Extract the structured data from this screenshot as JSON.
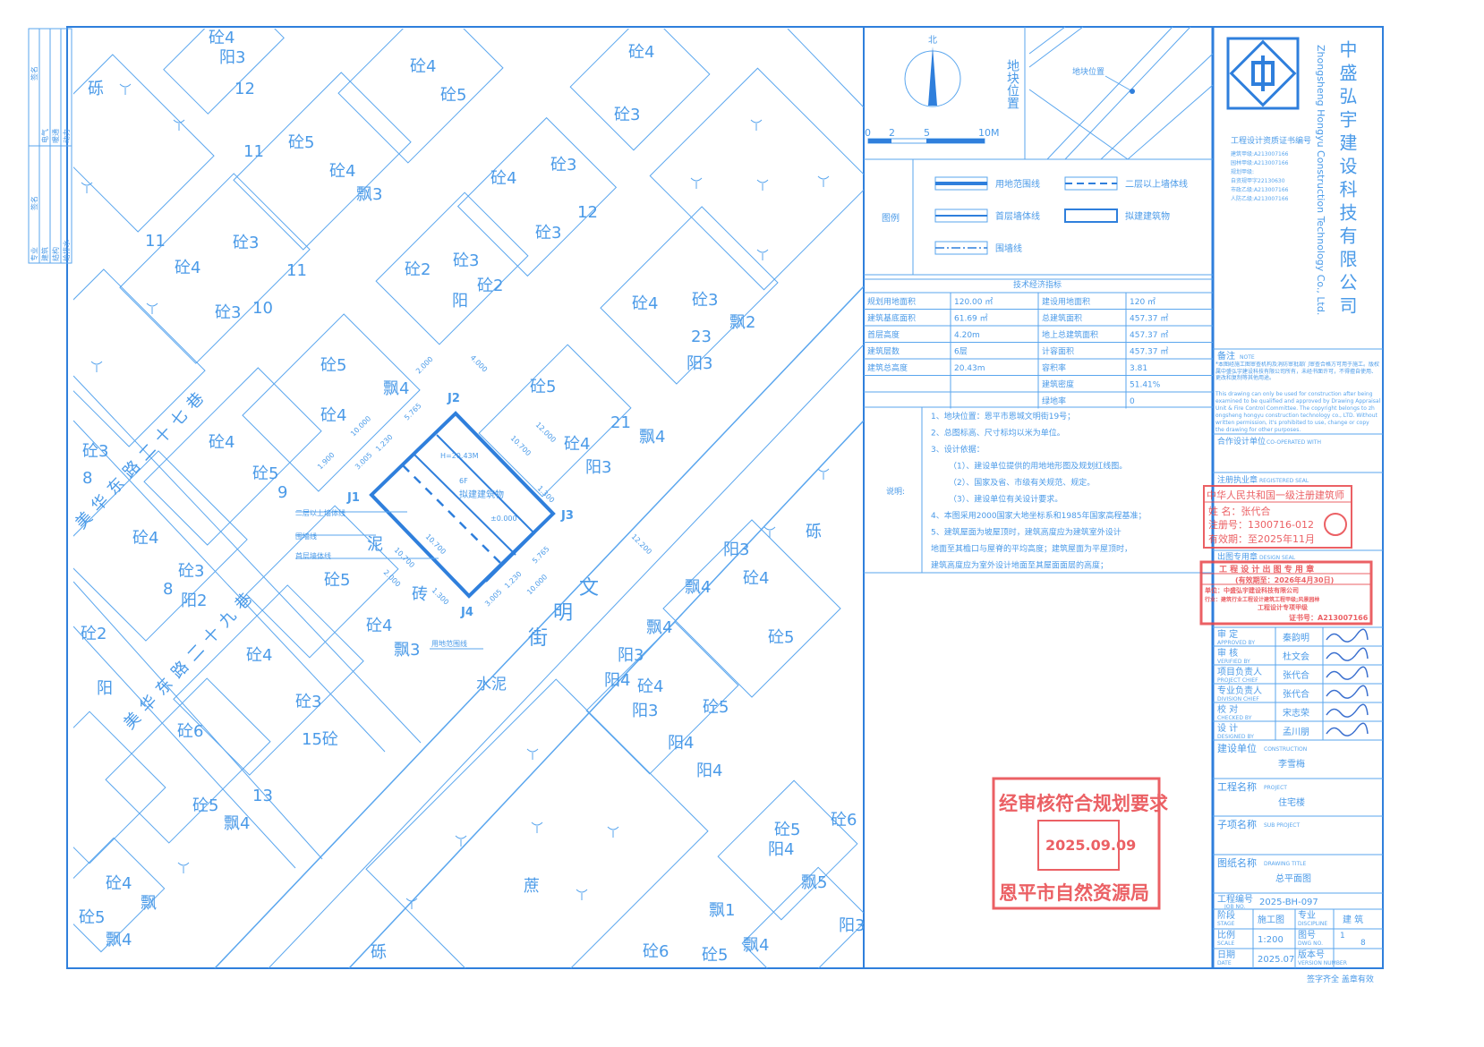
{
  "colors": {
    "line": "#5aa6ee",
    "line_bold": "#2f7fdc",
    "stamp_red": "#e8454a"
  },
  "left_strip": {
    "labels": [
      "专业",
      "建筑",
      "结构",
      "给排水",
      "签名",
      "电气",
      "暖通",
      "动力",
      "签名"
    ]
  },
  "map": {
    "building": {
      "height": "H=20.43M",
      "floors": "6F",
      "name": "拟建建筑物",
      "elevation": "±0.000",
      "points": [
        "J1",
        "J2",
        "J3",
        "J4"
      ]
    },
    "annotations": {
      "upper_wall": "二层以上墙体线",
      "fence": "围墙线",
      "ground_wall": "首层墙体线",
      "site_boundary": "用地范围线"
    },
    "dimensions": [
      "2.000",
      "4.000",
      "10.000",
      "5.765",
      "3.005",
      "1.230",
      "1.900",
      "12.000",
      "10.700",
      "10.700",
      "10.700",
      "2.000",
      "1.300",
      "1.300",
      "5.765",
      "1.230",
      "3.005",
      "10.000",
      "12.200"
    ],
    "streets": {
      "wenming": [
        "文",
        "明",
        "街"
      ],
      "meihua_east_1": "美华东路二十七巷",
      "meihua_east_2": "美华东路二十九巷",
      "cement": "水泥"
    },
    "labels": [
      "砼4",
      "阳3",
      "12",
      "砾",
      "砼4",
      "砼5",
      "砼4",
      "砼3",
      "砼5",
      "砼4",
      "飘3",
      "砼3",
      "砼4",
      "12",
      "砼3",
      "砼3",
      "砼4",
      "11",
      "砼2",
      "砼3",
      "砼2",
      "阳",
      "砼3",
      "10",
      "砼4",
      "砼3",
      "23",
      "飘2",
      "阳3",
      "砼5",
      "砼4",
      "砼4",
      "砼5",
      "砼3",
      "砼5",
      "砼4",
      "21",
      "飘4",
      "阳3",
      "砼4",
      "砼3",
      "阳2",
      "砼5",
      "砼4",
      "飘3",
      "砼2",
      "阳",
      "砼4",
      "砼3",
      "15砼",
      "砼6",
      "砼5",
      "飘4",
      "13",
      "砼4",
      "飘",
      "砼5",
      "飘4",
      "砾",
      "阳3",
      "砼4",
      "飘4",
      "砼5",
      "飘4",
      "阳3",
      "阳4",
      "砼4",
      "阳3",
      "砼5",
      "阳4",
      "阳4",
      "砼5",
      "砼6",
      "阳4",
      "飘5",
      "飘1",
      "飘4",
      "砼6",
      "砼5",
      "阳3",
      "砾",
      "蔗",
      "泥",
      "砖",
      "11",
      "11",
      "9",
      "8",
      "8",
      "飘4"
    ]
  },
  "north": {
    "label": "北",
    "scale": [
      "0",
      "2",
      "5",
      "10M"
    ],
    "location_title": "地块位置",
    "location_marker": "地块位置"
  },
  "legend": {
    "title": "图例",
    "items": [
      "用地范围线",
      "二层以上墙体线",
      "首层墙体线",
      "拟建建筑物",
      "围墙线"
    ]
  },
  "tech": {
    "title": "技术经济指标",
    "rows": [
      [
        "规划用地面积",
        "120.00 ㎡",
        "建设用地面积",
        "120 ㎡"
      ],
      [
        "建筑基底面积",
        "61.69 ㎡",
        "总建筑面积",
        "457.37 ㎡"
      ],
      [
        "首层高度",
        "4.20m",
        "地上总建筑面积",
        "457.37 ㎡"
      ],
      [
        "建筑层数",
        "6层",
        "计容面积",
        "457.37 ㎡"
      ],
      [
        "建筑总高度",
        "20.43m",
        "容积率",
        "3.81"
      ],
      [
        "",
        "",
        "建筑密度",
        "51.41%"
      ],
      [
        "",
        "",
        "绿地率",
        "0"
      ]
    ]
  },
  "notes": {
    "label": "说明:",
    "lines": [
      "1、地块位置：恩平市恩城文明街19号；",
      "2、总图标高、尺寸标均以米为单位。",
      "3、设计依据：",
      "（1）、建设单位提供的用地地形图及规划红线图。",
      "（2）、国家及省、市级有关规范、规定。",
      "（3）、建设单位有关设计要求。",
      "4、本图采用2000国家大地坐标系和1985年国家高程基准；",
      "5、建筑屋面为坡屋顶时，建筑高度应为建筑室外设计",
      "地面至其檐口与屋脊的平均高度；建筑屋面为平屋顶时，",
      "建筑高度应为室外设计地面至其屋面面层的高度；"
    ]
  },
  "approval_stamp": {
    "line1": "经审核符合规划要求",
    "date": "2025.09.09",
    "org": "恩平市自然资源局"
  },
  "title_block": {
    "company_cn": "中盛弘宇建设科技有限公司",
    "company_en": "Zhongsheng Hongyu Construction Technology Co., Ltd.",
    "cert_title": "工程设计资质证书编号",
    "certs": [
      "建筑甲级:A213007166",
      "园林甲级:A213007166",
      "规划甲级:",
      "自资规甲字22130630",
      "市政乙级:A213007166",
      "人防乙级:A213007166"
    ],
    "note_label": "备注",
    "note_label_en": "NOTE",
    "note_cn": "*本图经施工图审查机构及消防审批部门审查合格方可用于施工。版权属中盛弘宇建设科技有限公司所有，未经书面许可，不得擅自使用、更改和复制等其他用途。",
    "note_en": [
      "This drawing can only be used for construction after being",
      "examined to be qualified and approved by Drawing Appraisal",
      "Unit & Fire Control Committee. The copyright belongs to zh",
      "ongsheng hongyu construction technology co., LTD. Without",
      "written permission, it's prohibited to use, change or copy",
      "the drawing for other purposes."
    ],
    "coop_label": "合作设计单位",
    "coop_label_en": "CO-OPERATED WITH",
    "reg_seal_label": "注册执业章",
    "reg_seal_label_en": "REGISTERED SEAL",
    "reg_seal": {
      "title": "中华人民共和国一级注册建筑师",
      "name": "姓  名：张代合",
      "number": "注册号：1300716-012",
      "valid": "有效期：至2025年11月"
    },
    "design_seal_label": "出图专用章",
    "design_seal_label_en": "DESIGN SEAL",
    "design_seal": {
      "title": "工 程 设 计 出 图 专 用 章",
      "valid": "(有效期至：2026年4月30日)",
      "unit": "单位：中盛弘宇建设科技有限公司",
      "trade": "行业：建筑行业工程设计建筑工程甲级;风景园林",
      "trade2": "工程设计专项甲级",
      "cert": "证书号：A213007166"
    },
    "signoffs": [
      {
        "role": "审    定",
        "role_en": "APPROVED BY",
        "name": "秦韵明"
      },
      {
        "role": "审    核",
        "role_en": "VERIFIED BY",
        "name": "杜文会"
      },
      {
        "role": "项目负责人",
        "role_en": "PROJECT CHIEF",
        "name": "张代合"
      },
      {
        "role": "专业负责人",
        "role_en": "DIVISION CHIEF",
        "name": "张代合"
      },
      {
        "role": "校    对",
        "role_en": "CHECKED BY",
        "name": "宋志荣"
      },
      {
        "role": "设    计",
        "role_en": "DESIGNED BY",
        "name": "孟川朋"
      }
    ],
    "client_label": "建设单位",
    "client_label_en": "CONSTRUCTION",
    "client": "李雪梅",
    "project_label": "工程名称",
    "project_label_en": "PROJECT",
    "project": "住宅楼",
    "sub_label": "子项名称",
    "sub_label_en": "SUB PROJECT",
    "drawing_label": "图纸名称",
    "drawing_label_en": "DRAWING TITLE",
    "drawing": "总平面图",
    "job_label": "工程编号",
    "job_label_en": "JOB NO.",
    "job": "2025-BH-097",
    "stage_label": "阶段",
    "stage_label_en": "STAGE",
    "stage": "施工图",
    "disc_label": "专业",
    "disc_label_en": "DISCIPLINE",
    "disc": "建 筑",
    "scale_label": "比例",
    "scale_label_en": "SCALE",
    "scale": "1:200",
    "dwg_label": "图号",
    "dwg_label_en": "DWG NO.",
    "dwg": "1",
    "dwg_total": "8",
    "date_label": "日期",
    "date_label_en": "DATE",
    "date": "2025.07",
    "ver_label": "版本号",
    "ver_label_en": "VERSION NUMBER",
    "footer": "签字齐全  盖章有效"
  }
}
